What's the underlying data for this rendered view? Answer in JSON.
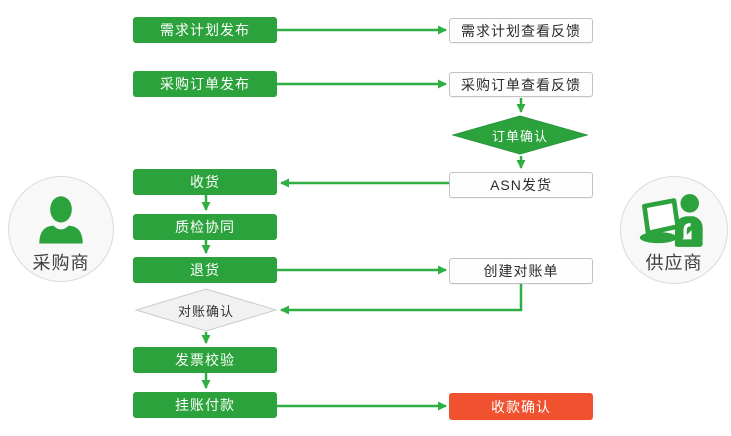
{
  "actors": {
    "buyer": {
      "label": "采购商"
    },
    "supplier": {
      "label": "供应商"
    }
  },
  "nodes": {
    "demand_plan_publish": {
      "label": "需求计划发布"
    },
    "demand_plan_feedback": {
      "label": "需求计划查看反馈"
    },
    "po_publish": {
      "label": "采购订单发布"
    },
    "po_feedback": {
      "label": "采购订单查看反馈"
    },
    "order_confirm": {
      "label": "订单确认"
    },
    "asn_ship": {
      "label": "ASN发货"
    },
    "receive": {
      "label": "收货"
    },
    "quality_collab": {
      "label": "质检协同"
    },
    "return_goods": {
      "label": "退货"
    },
    "create_statement": {
      "label": "创建对账单"
    },
    "statement_confirm": {
      "label": "对账确认"
    },
    "invoice_verify": {
      "label": "发票校验"
    },
    "payment_on_account": {
      "label": "挂账付款"
    },
    "receipt_confirm": {
      "label": "收款确认"
    }
  },
  "edges": [
    {
      "from": "demand_plan_publish",
      "to": "demand_plan_feedback"
    },
    {
      "from": "po_publish",
      "to": "po_feedback"
    },
    {
      "from": "po_feedback",
      "to": "order_confirm"
    },
    {
      "from": "order_confirm",
      "to": "asn_ship"
    },
    {
      "from": "asn_ship",
      "to": "receive"
    },
    {
      "from": "receive",
      "to": "quality_collab"
    },
    {
      "from": "quality_collab",
      "to": "return_goods"
    },
    {
      "from": "return_goods",
      "to": "create_statement"
    },
    {
      "from": "create_statement",
      "to": "statement_confirm"
    },
    {
      "from": "statement_confirm",
      "to": "invoice_verify"
    },
    {
      "from": "invoice_verify",
      "to": "payment_on_account"
    },
    {
      "from": "payment_on_account",
      "to": "receipt_confirm"
    }
  ],
  "colors": {
    "green": "#2ba23b",
    "connector_green": "#2fae43",
    "red": "#f0512e",
    "diamond_grey_fill": "#f1f1f1",
    "diamond_grey_border": "#cccccc",
    "white_box_border": "#c3c3c3"
  }
}
